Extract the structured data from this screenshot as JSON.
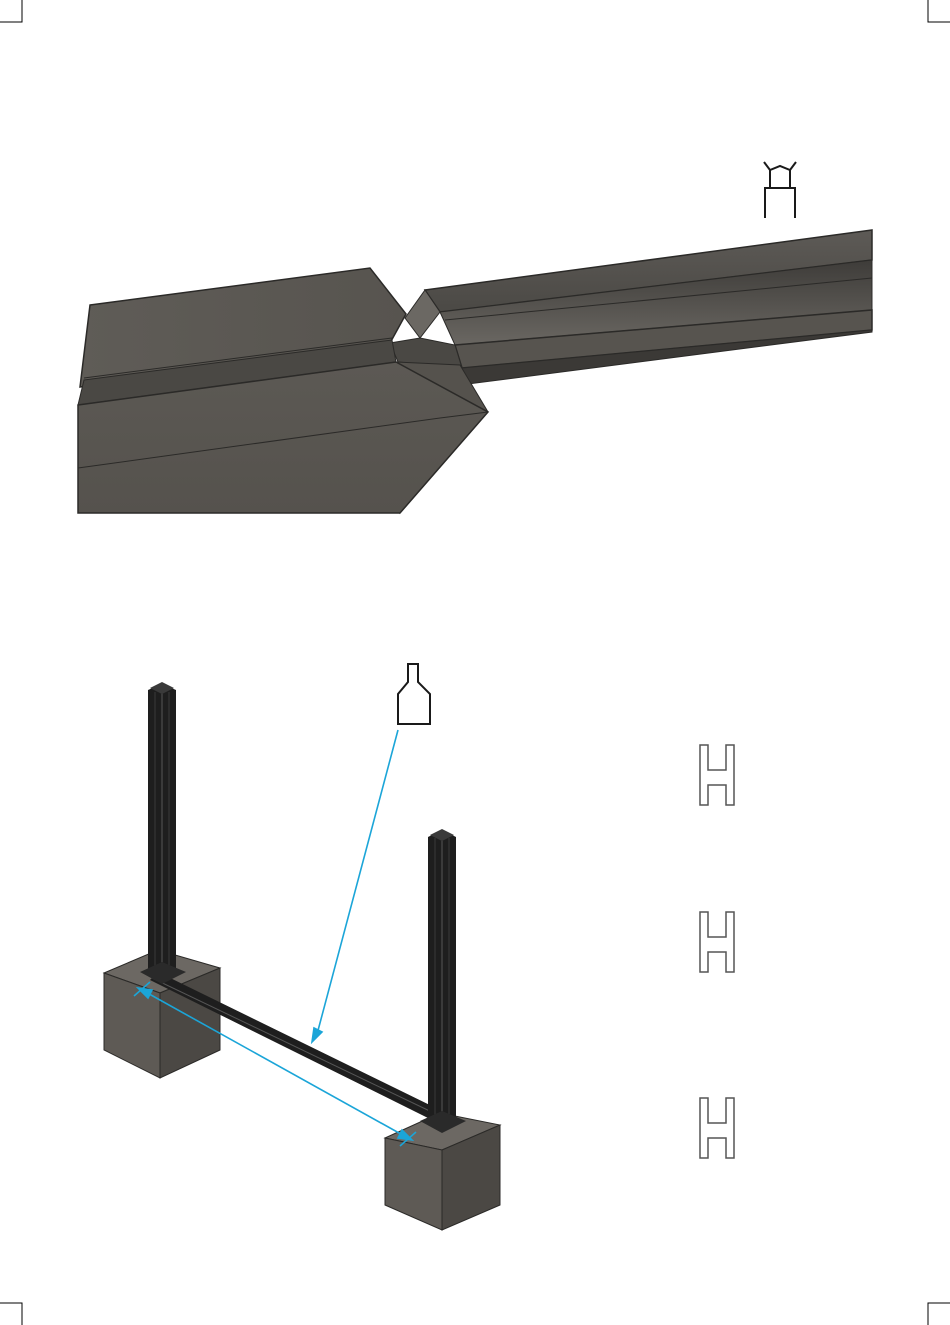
{
  "sheet": {
    "background": "#ffffff",
    "crop_marks": true
  },
  "figure_top": {
    "description_icon": "profile-end-cap-icon",
    "concrete_color": "#5b5853",
    "profile_color": "#4a4844",
    "edge_color": "#2b2a28"
  },
  "figure_bottom": {
    "bracket_icon": "profile-end-bracket-icon",
    "post_color": "#1e1e1e",
    "footing_front": "#5e5a55",
    "footing_side": "#4b4844",
    "footing_top": "#6c6863",
    "leader_color": "#1ba5d8"
  },
  "profile_icons": [
    {
      "name": "h-profile-icon-1"
    },
    {
      "name": "h-profile-icon-2"
    },
    {
      "name": "h-profile-icon-3"
    }
  ]
}
